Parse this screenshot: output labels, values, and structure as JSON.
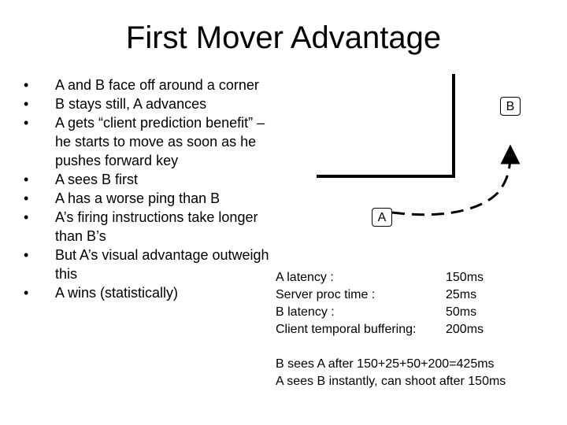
{
  "title": "First Mover Advantage",
  "bullets": [
    "A and B face off around a corner",
    "B stays still, A advances",
    "A gets “client prediction benefit” – he starts to move as soon as he pushes forward key",
    "A sees B first",
    "A has a worse ping than B",
    "A’s firing instructions take longer than B’s",
    "But A’s visual advantage outweigh this",
    "A wins (statistically)"
  ],
  "bullet_symbol": "•",
  "diagram": {
    "player_b": "B",
    "player_a": "A"
  },
  "latency_table": [
    {
      "label": "A latency :",
      "value": "150ms"
    },
    {
      "label": "Server proc time :",
      "value": "25ms"
    },
    {
      "label": "B latency :",
      "value": "50ms"
    },
    {
      "label": "Client temporal buffering:",
      "value": "200ms"
    }
  ],
  "summary": [
    "B sees A after 150+25+50+200=425ms",
    "A sees B instantly, can shoot after 150ms"
  ]
}
